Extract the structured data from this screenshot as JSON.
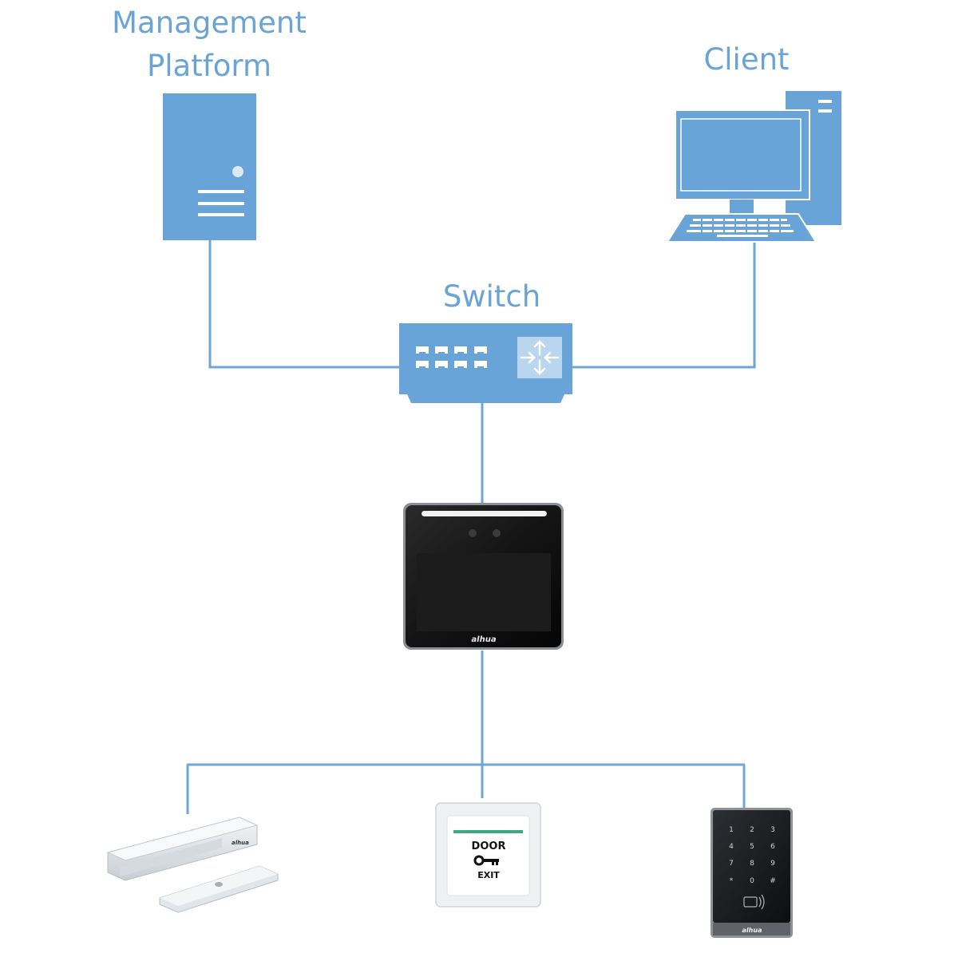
{
  "nodes": {
    "management_platform": {
      "line1": "Management",
      "line2": "Platform",
      "icon": "server-icon"
    },
    "client": {
      "label": "Client",
      "icon": "desktop-computer-icon"
    },
    "switch": {
      "label": "Switch",
      "icon": "network-switch-icon"
    },
    "access_terminal": {
      "brand": "alhua",
      "icon": "face-recognition-terminal-icon"
    },
    "magnetic_lock": {
      "brand": "alhua",
      "icon": "magnetic-lock-icon"
    },
    "exit_button": {
      "line1": "DOOR",
      "line2": "EXIT",
      "icon": "door-exit-button-icon"
    },
    "card_reader": {
      "brand": "alhua",
      "icon": "keypad-card-reader-icon",
      "keys": [
        "1",
        "2",
        "3",
        "4",
        "5",
        "6",
        "7",
        "8",
        "9",
        "*",
        "0",
        "#"
      ]
    }
  },
  "colors": {
    "icon_blue": "#68a4d8",
    "line_blue": "#6ea6d6",
    "label_blue": "#6aa4d6",
    "device_black": "#111111"
  }
}
